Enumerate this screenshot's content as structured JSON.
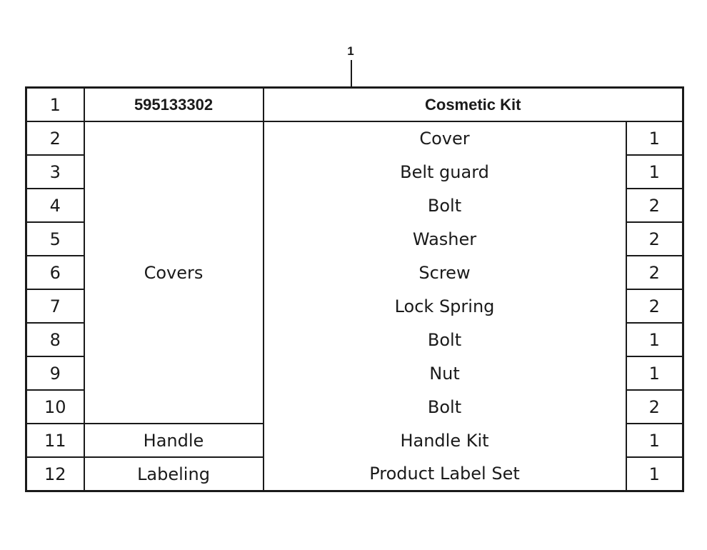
{
  "callout": "1",
  "header": {
    "no": "1",
    "part_number": "595133302",
    "title": "Cosmetic Kit"
  },
  "groups": {
    "covers": "Covers",
    "handle": "Handle",
    "labeling": "Labeling"
  },
  "rows": [
    {
      "no": "2",
      "desc": "Cover",
      "qty": "1"
    },
    {
      "no": "3",
      "desc": "Belt guard",
      "qty": "1"
    },
    {
      "no": "4",
      "desc": "Bolt",
      "qty": "2"
    },
    {
      "no": "5",
      "desc": "Washer",
      "qty": "2"
    },
    {
      "no": "6",
      "desc": "Screw",
      "qty": "2"
    },
    {
      "no": "7",
      "desc": "Lock Spring",
      "qty": "2"
    },
    {
      "no": "8",
      "desc": "Bolt",
      "qty": "1"
    },
    {
      "no": "9",
      "desc": "Nut",
      "qty": "1"
    },
    {
      "no": "10",
      "desc": "Bolt",
      "qty": "2"
    },
    {
      "no": "11",
      "desc": "Handle Kit",
      "qty": "1"
    },
    {
      "no": "12",
      "desc": "Product Label Set",
      "qty": "1"
    }
  ]
}
